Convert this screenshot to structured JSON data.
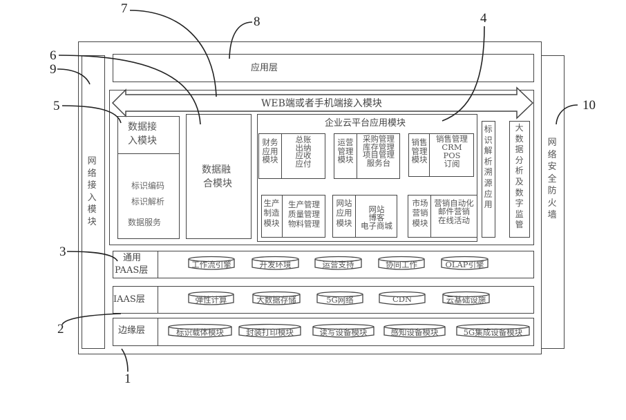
{
  "callouts": {
    "c1": "1",
    "c2": "2",
    "c3": "3",
    "c4": "4",
    "c5": "5",
    "c6": "6",
    "c7": "7",
    "c8": "8",
    "c9": "9",
    "c10": "10"
  },
  "network_access": "网络接入模块",
  "firewall": "网络安全防火墙",
  "application_layer": "应用层",
  "web_access": "WEB端或者手机端接入模块",
  "data_access": {
    "title": "数据接入模块",
    "title_line1": "数据接",
    "title_line2": "入模块",
    "items": [
      "标识编码",
      "标识解析",
      "数据服务"
    ]
  },
  "data_fusion": {
    "line1": "数据融",
    "line2": "合模块"
  },
  "enterprise_cloud": {
    "title": "企业云平台应用模块",
    "modules": [
      {
        "name": [
          "财务",
          "应用",
          "模块"
        ],
        "items": [
          "总账",
          "出纳",
          "应收",
          "应付"
        ]
      },
      {
        "name": [
          "运营",
          "管理",
          "模块"
        ],
        "items": [
          "采购管理",
          "库存管理",
          "项目管理",
          "服务台"
        ]
      },
      {
        "name": [
          "销售",
          "管理",
          "模块"
        ],
        "items": [
          "销售管理",
          "CRM",
          "POS",
          "订阅"
        ]
      },
      {
        "name": [
          "生产",
          "制造",
          "模块"
        ],
        "items": [
          "生产管理",
          "质量管理",
          "物料管理"
        ]
      },
      {
        "name": [
          "网站",
          "应用",
          "模块"
        ],
        "items": [
          "网站",
          "博客",
          "电子商城"
        ]
      },
      {
        "name": [
          "市场",
          "营销",
          "模块"
        ],
        "items": [
          "营销自动化",
          "邮件营销",
          "在线活动"
        ]
      }
    ]
  },
  "identifier_trace": "标识解析溯源应用",
  "bigdata": "大数据分析及数字监管",
  "paas": {
    "label_line1": "通用",
    "label_line2": "PAAS层",
    "items": [
      "工作流引擎",
      "开发环境",
      "运营支持",
      "协同工作",
      "OLAP引擎"
    ]
  },
  "iaas": {
    "label": "IAAS层",
    "items": [
      "弹性计算",
      "大数据存储",
      "5G网络",
      "CDN",
      "云基础设施"
    ]
  },
  "edge": {
    "label": "边缘层",
    "items": [
      "标识载体模块",
      "封装打印模块",
      "读写设备模块",
      "感知设备模块",
      "5G集成设备模块"
    ]
  }
}
